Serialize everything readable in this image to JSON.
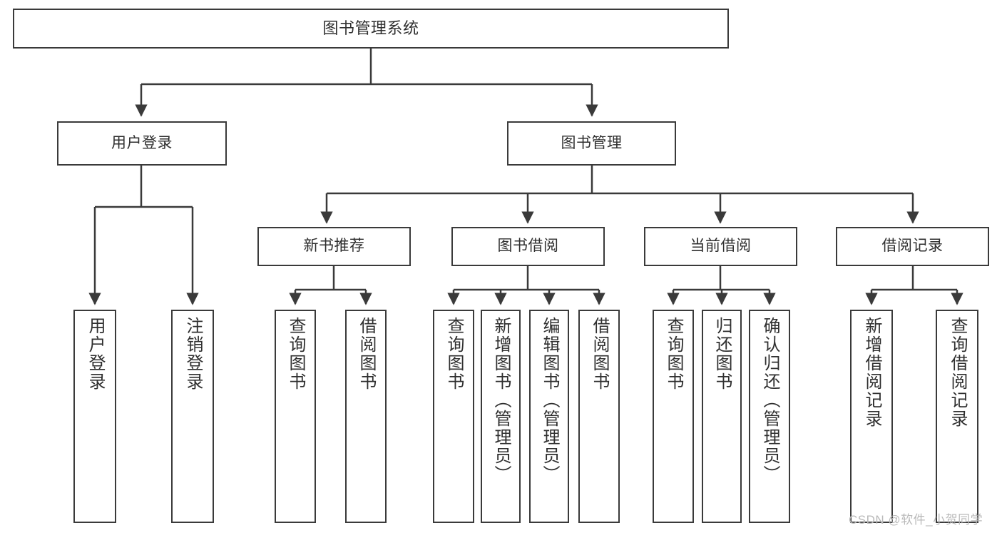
{
  "diagram": {
    "title": "图书管理系统",
    "type": "tree-hierarchy",
    "root": {
      "label": "图书管理系统"
    },
    "level2": [
      {
        "label": "用户登录"
      },
      {
        "label": "图书管理"
      }
    ],
    "level3": [
      {
        "label": "新书推荐"
      },
      {
        "label": "图书借阅"
      },
      {
        "label": "当前借阅"
      },
      {
        "label": "借阅记录"
      }
    ],
    "leaves": {
      "user_login": [
        {
          "label": "用户登录"
        },
        {
          "label": "注销登录"
        }
      ],
      "new_book_recommend": [
        {
          "label": "查询图书"
        },
        {
          "label": "借阅图书"
        }
      ],
      "book_borrow": [
        {
          "label": "查询图书"
        },
        {
          "label": "新增图书（管理员）"
        },
        {
          "label": "编辑图书（管理员）"
        },
        {
          "label": "借阅图书"
        }
      ],
      "current_borrow": [
        {
          "label": "查询图书"
        },
        {
          "label": "归还图书"
        },
        {
          "label": "确认归还（管理员）"
        }
      ],
      "borrow_record": [
        {
          "label": "新增借阅记录"
        },
        {
          "label": "查询借阅记录"
        }
      ]
    }
  },
  "watermark": {
    "text": "CSDN @软件_小贺同学"
  },
  "colors": {
    "border": "#3a3a3a",
    "text": "#2f2f2f",
    "background": "#ffffff",
    "watermark": "#b9b9b9"
  }
}
